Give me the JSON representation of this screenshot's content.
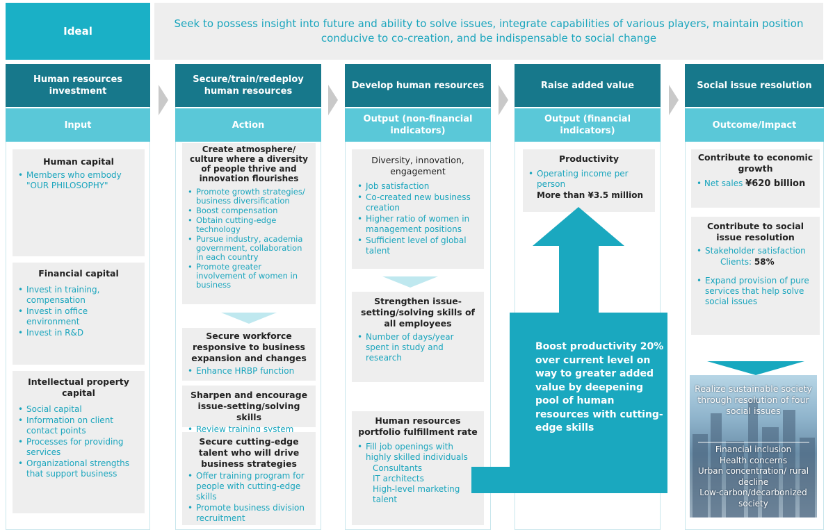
{
  "ideal": {
    "label": "Ideal",
    "text": "Seek to possess insight into future and ability to solve issues, integrate capabilities of various players, maintain position conducive to co-creation, and be indispensable to social change"
  },
  "columns": [
    {
      "header": "Human resources investment",
      "sub": "Input"
    },
    {
      "header": "Secure/train/redeploy human resources",
      "sub": "Action"
    },
    {
      "header": "Develop human resources",
      "sub": "Output (non-financial indicators)"
    },
    {
      "header": "Raise added value",
      "sub": "Output (financial indicators)"
    },
    {
      "header": "Social issue resolution",
      "sub": "Outcome/Impact"
    }
  ],
  "input": {
    "human_capital": {
      "title": "Human capital",
      "items": [
        "Members who embody \"OUR PHILOSOPHY\""
      ]
    },
    "financial_capital": {
      "title": "Financial capital",
      "items": [
        "Invest in training, compensation",
        "Invest in office environment",
        "Invest in R&D"
      ]
    },
    "ip_capital": {
      "title": "Intellectual property capital",
      "items": [
        "Social capital",
        "Information on client contact points",
        "Processes for providing services",
        "Organizational strengths that support business"
      ]
    }
  },
  "action": {
    "culture": {
      "title": "Create atmosphere/ culture where a diversity of people thrive and innovation flourishes",
      "items": [
        "Promote growth strategies/ business diversification",
        "Boost compensation",
        "Obtain cutting-edge technology",
        "Pursue industry, academia government, collaboration in each country",
        "Promote greater involvement of women in business"
      ]
    },
    "workforce": {
      "title": "Secure workforce responsive to business expansion and changes",
      "items": [
        "Enhance HRBP function"
      ]
    },
    "skills": {
      "title": "Sharpen and encourage issue-setting/solving skills",
      "items": [
        "Review training system"
      ]
    },
    "talent": {
      "title": "Secure cutting-edge talent who will drive business strategies",
      "items": [
        "Offer training program for people with cutting-edge skills",
        "Promote business division recruitment"
      ]
    }
  },
  "output_nf": {
    "diversity": {
      "title": "Diversity, innovation, engagement",
      "items": [
        "Job satisfaction",
        "Co-created new business creation",
        "Higher ratio of women in management positions",
        "Sufficient level of global talent"
      ]
    },
    "strengthen": {
      "title": "Strengthen issue-setting/solving skills of all employees",
      "items": [
        "Number of days/year spent in study and research"
      ]
    },
    "portfolio": {
      "title": "Human resources portfolio fulfillment rate",
      "item": "Fill job openings with highly skilled individuals",
      "subitems": [
        "Consultants",
        "IT architects",
        "High-level marketing talent"
      ]
    }
  },
  "output_f": {
    "productivity": {
      "title": "Productivity",
      "item": "Operating income per person",
      "value": "More than ¥3.5 million"
    },
    "boost": "Boost productivity 20% over current level on way to greater added value by deepening pool of human resources with cutting-edge skills"
  },
  "outcome": {
    "economic": {
      "title": "Contribute to economic growth",
      "label": "Net sales",
      "value": "¥620 billion"
    },
    "social": {
      "title": "Contribute to social issue resolution",
      "item1": "Stakeholder satisfaction",
      "clients_label": "Clients:",
      "clients_value": "58%",
      "item2": "Expand provision of pure services that help solve social issues"
    },
    "realize": {
      "title": "Realize sustainable society through resolution of four social issues",
      "issues": [
        "Financial inclusion",
        "Health concerns",
        "Urban concentration/ rural decline",
        "Low-carbon/decarbonized society"
      ]
    }
  },
  "colors": {
    "teal_dark": "#17788b",
    "teal_light": "#5ac8d8",
    "teal_text": "#1aa5bd",
    "box_gray": "#eeeeee",
    "arrow": "#1aa8bf"
  }
}
